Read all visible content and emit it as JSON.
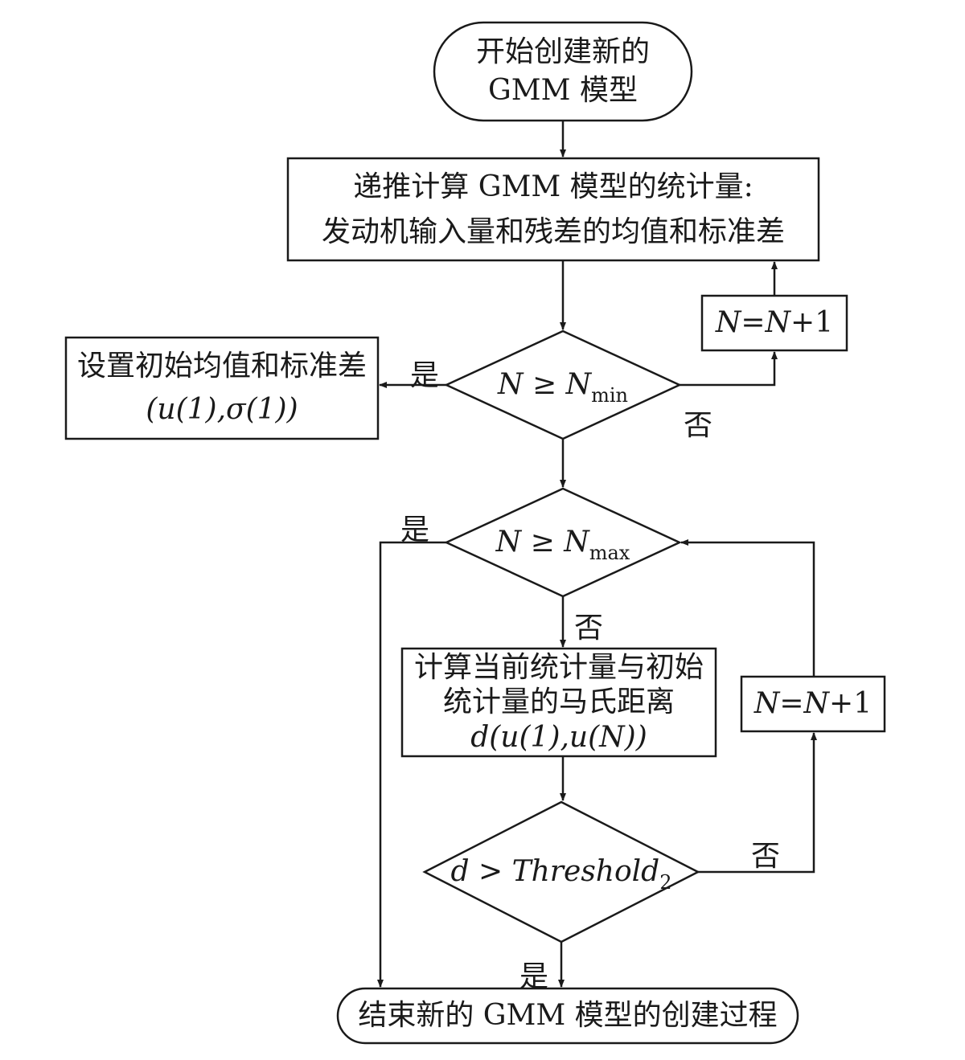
{
  "start": {
    "line1": "开始创建新的",
    "line2": "GMM 模型"
  },
  "compute_stats": {
    "line1": "递推计算 GMM 模型的统计量:",
    "line2": "发动机输入量和残差的均值和标准差"
  },
  "increment_top": {
    "lhs": "N",
    "op": "=",
    "var": "N",
    "plus": "+1"
  },
  "decision_min": {
    "lhs": "N",
    "op": " ≥ ",
    "rhs": "N",
    "sub": "min"
  },
  "init": {
    "line1": "设置初始均值和标准差",
    "line2": "(u(1),σ(1))"
  },
  "decision_max": {
    "lhs": "N",
    "op": " ≥ ",
    "rhs": "N",
    "sub": "max"
  },
  "mahal": {
    "line1": "计算当前统计量与初始",
    "line2": "统计量的马氏距离",
    "line3": "d(u(1),u(N))"
  },
  "increment_bottom": {
    "lhs": "N",
    "op": "=",
    "var": "N",
    "plus": "+1"
  },
  "decision_threshold": {
    "lhs": "d",
    "op": " > ",
    "rhs": "Threshold",
    "sub": "2"
  },
  "end": {
    "text": "结束新的 GMM 模型的创建过程"
  },
  "edge_labels": {
    "yes_min": "是",
    "no_min": "否",
    "yes_max": "是",
    "no_max": "否",
    "no_threshold": "否",
    "yes_threshold": "是"
  }
}
